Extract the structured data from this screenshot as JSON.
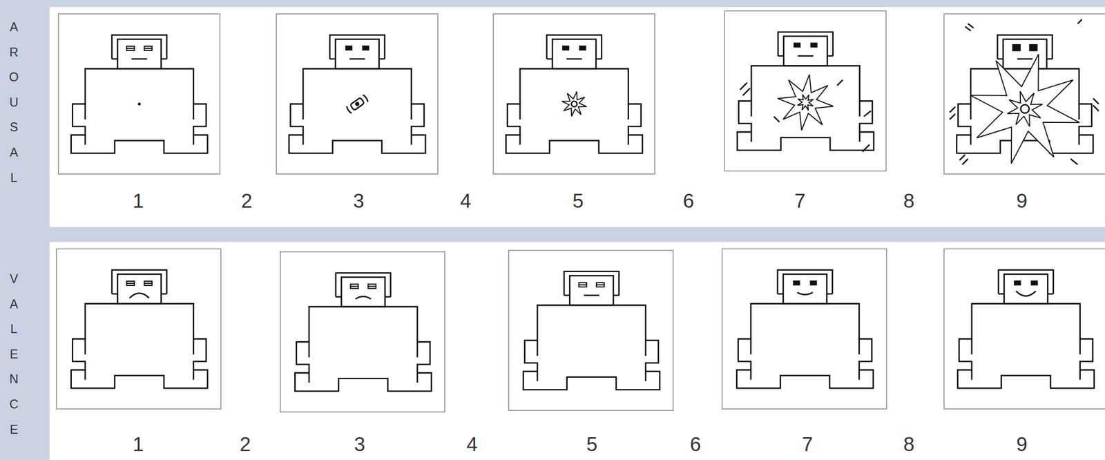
{
  "diagram": {
    "labels": [
      "AROUSAL",
      "1",
      "2",
      "3",
      "4",
      "5",
      "6",
      "7",
      "8",
      "9",
      "VALENCE",
      "1",
      "2",
      "3",
      "4",
      "5",
      "6",
      "7",
      "8",
      "9"
    ]
  }
}
